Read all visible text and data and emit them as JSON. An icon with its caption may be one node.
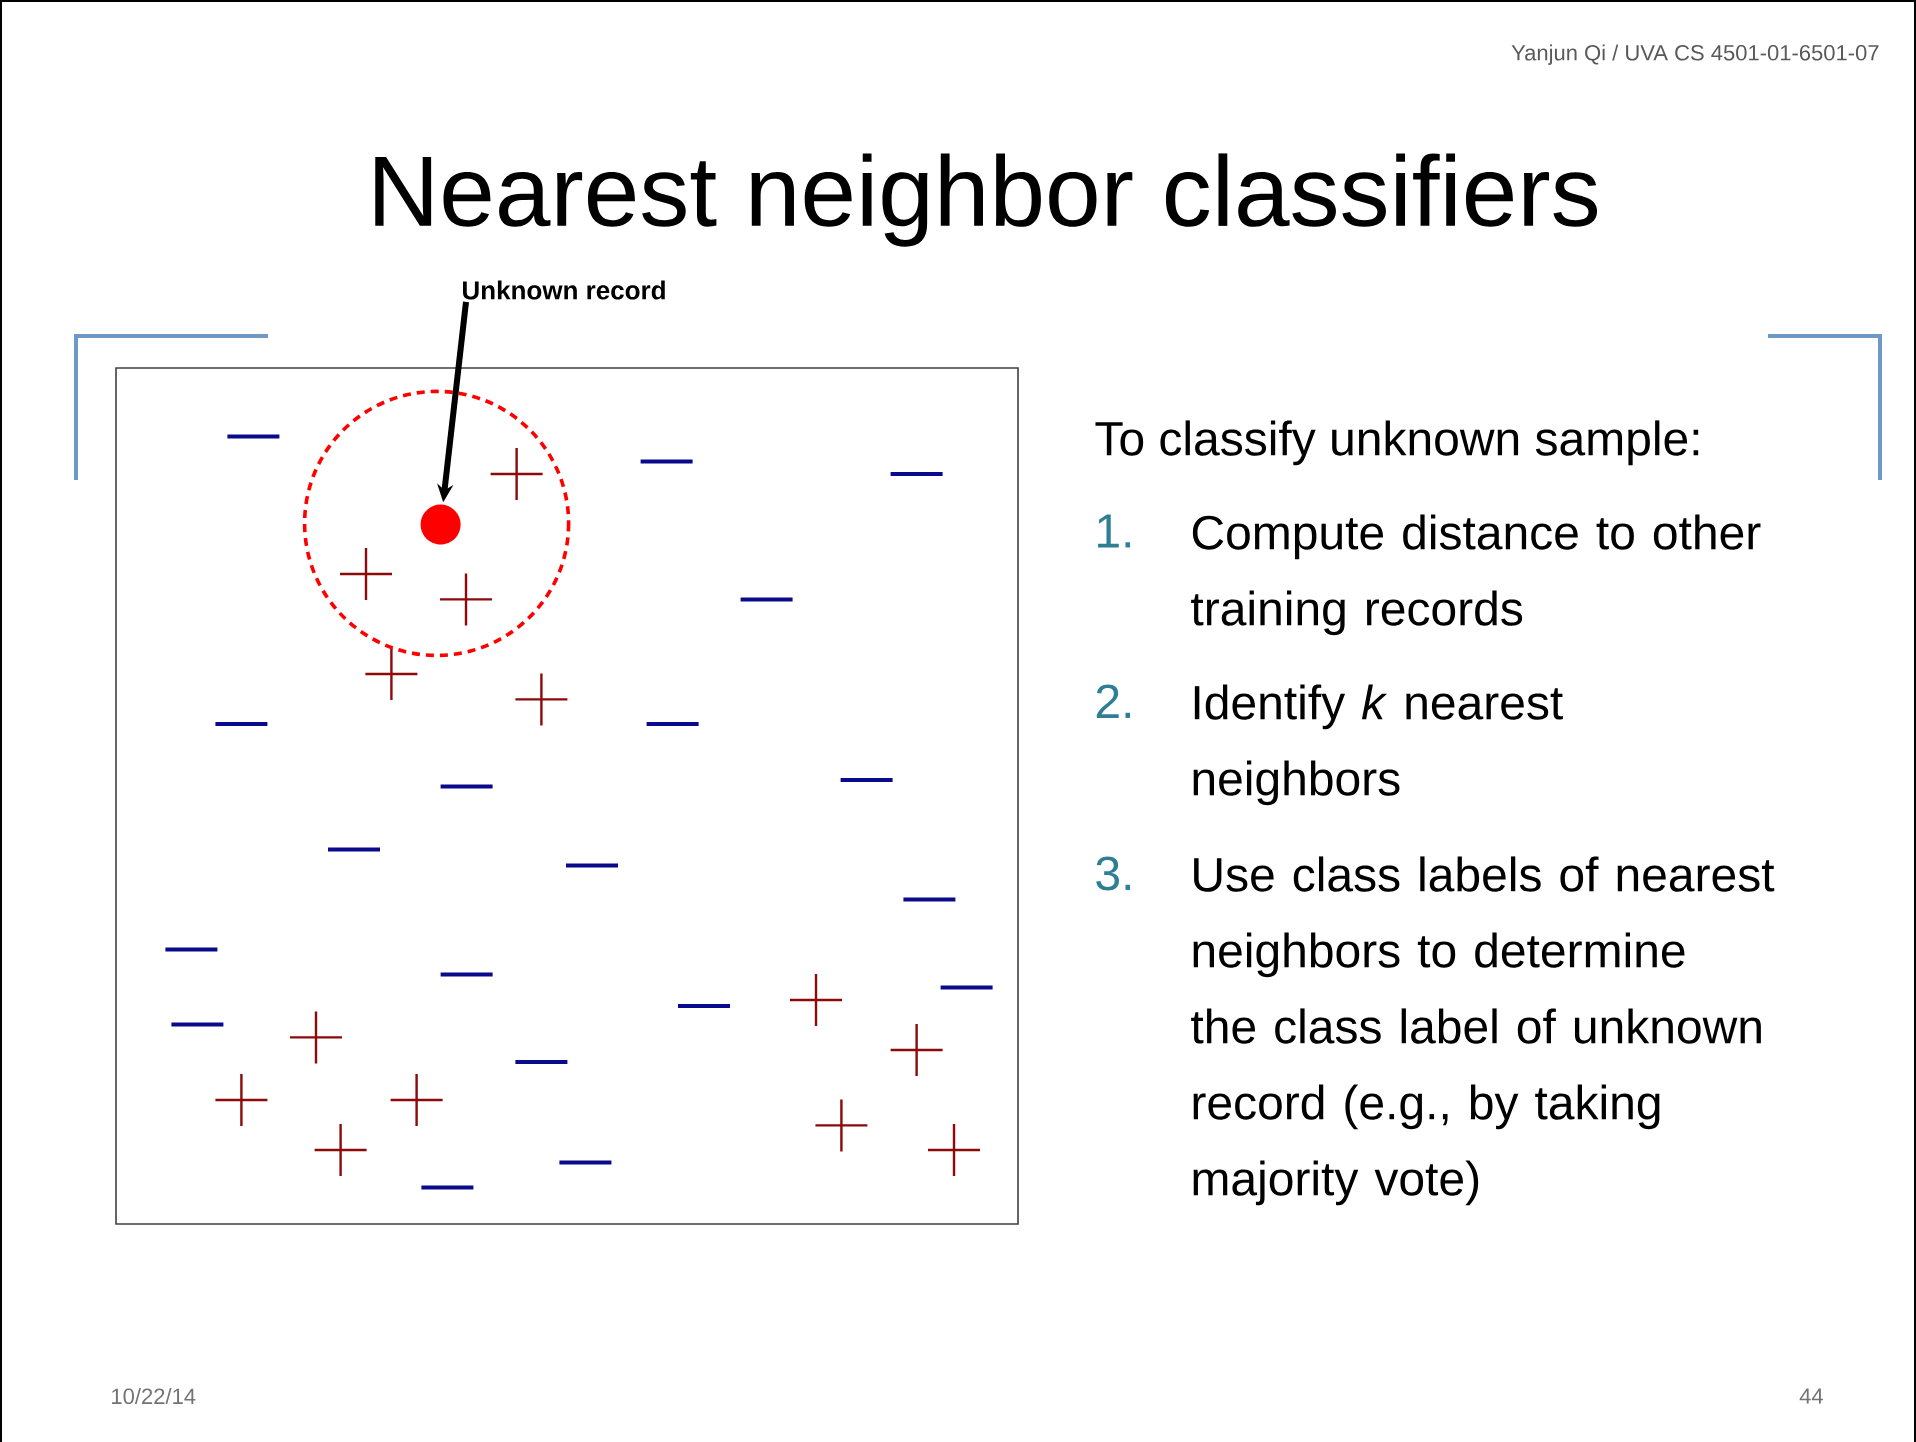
{
  "diagram": {
    "title": "Nearest neighbor classifiers",
    "nodes": [
      {
        "text": [
          "Unknown record"
        ]
      },
      {
        "text": [],
        "shape": "circle"
      }
    ],
    "edges": [
      {
        "from": 0,
        "to": 1,
        "arrow": "to"
      }
    ],
    "labels": [
      "Yanjun Qi / UVA CS 4501-01-6501-07",
      "To classify unknown sample:",
      "1.",
      "Compute distance to other training records",
      "2.",
      "Identify *k* nearest neighbors",
      "3.",
      "Use class labels of nearest neighbors to determine the class label of unknown record (e.g., by taking majority vote)",
      "10/22/14",
      "44"
    ]
  }
}
